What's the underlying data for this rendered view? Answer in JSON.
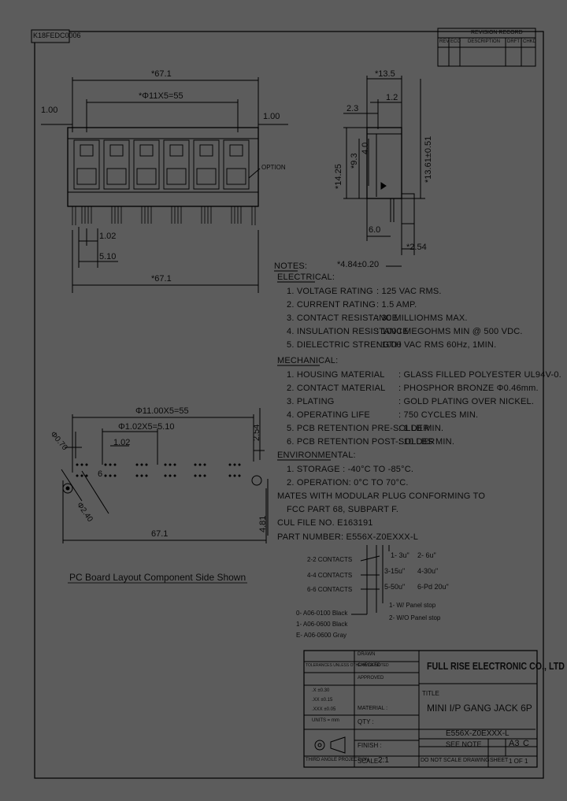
{
  "drawing_id": "K18FEDC0006",
  "revision": {
    "title": "REVISION RECORD",
    "headers": [
      "REV",
      "ECO",
      "DESCRIPTION",
      "DRFT",
      "CHKD"
    ]
  },
  "front_view": {
    "overall_width_top": "*67.1",
    "pitch_top": "*Φ11X5=55",
    "left_offset": "1.00",
    "right_offset": "1.00",
    "option_label": "OPTION",
    "dim_102": "1.02",
    "dim_510": "5.10",
    "overall_width_bottom": "*67.1"
  },
  "side_view": {
    "dim_35": "*13.5",
    "dim_23": "2.3",
    "dim_12": "1.2",
    "dim_1425": "*14.25",
    "dim_93": "*9.3",
    "dim_40": "4.0",
    "dim_1361": "*13.61±0.51",
    "dim_60": "6.0",
    "dim_254": "*2.54",
    "dim_484": "*4.84±0.20"
  },
  "pcb_layout": {
    "dim_top": "Φ11.00X5=55",
    "dim_mid": "Φ1.02X5=5.10",
    "dim_102": "1.02",
    "dim_6": "6",
    "dim_254": "2.54",
    "dim_481": "4.81",
    "dim_bottom": "67.1",
    "dia_070": "Φ0.70",
    "dia_240": "Φ2.40",
    "caption": "PC Board Layout Component Side Shown"
  },
  "notes": {
    "title": "NOTES:",
    "electrical_title": "ELECTRICAL:",
    "electrical": [
      {
        "label": "1. VOLTAGE RATING",
        "value": ": 125 VAC RMS."
      },
      {
        "label": "2. CURRENT RATING",
        "value": ": 1.5 AMP."
      },
      {
        "label": "3. CONTACT RESISTANCE",
        "value": ": 30 MILLIOHMS MAX."
      },
      {
        "label": "4. INSULATION RESISTANCE",
        "value": ": 1000 MEGOHMS MIN @ 500 VDC."
      },
      {
        "label": "5. DIELECTRIC STRENGTH",
        "value": ": 1000 VAC RMS 60Hz, 1MIN."
      }
    ],
    "mechanical_title": "MECHANICAL:",
    "mechanical": [
      {
        "label": "1. HOUSING MATERIAL",
        "value": ": GLASS FILLED POLYESTER UL94V-0."
      },
      {
        "label": "2. CONTACT MATERIAL",
        "value": ": PHOSPHOR BRONZE Φ0.46mm."
      },
      {
        "label": "3. PLATING",
        "value": ": GOLD PLATING OVER NICKEL."
      },
      {
        "label": "4. OPERATING LIFE",
        "value": ": 750 CYCLES MIN."
      },
      {
        "label": "5. PCB RETENTION PRE-SOLDER",
        "value": ": 1 LB MIN."
      },
      {
        "label": "6. PCB RETENTION POST-SOLDER",
        "value": ": 10 LBS MIN."
      }
    ],
    "environmental_title": "ENVIRONMENTAL:",
    "environmental": [
      "1. STORAGE : -40°C TO -85°C.",
      "2. OPERATION: 0°C TO 70°C."
    ],
    "mates": "MATES WITH MODULAR PLUG CONFORMING TO",
    "fcc": "FCC PART 68, SUBPART F.",
    "cul": "CUL FILE NO. E163191",
    "part_number": "PART NUMBER: E556X-Z0EXXX-L"
  },
  "part_legend": {
    "contacts": [
      "2-2 CONTACTS",
      "4-4 CONTACTS",
      "6-6 CONTACTS"
    ],
    "plating": [
      "1- 3u\"",
      "2- 6u\"",
      "3-15u\"",
      "4-30u\"",
      "5-50u\"",
      "6-Pd 20u\""
    ],
    "panel": [
      "1- W/  Panel stop",
      "2- W/O Panel stop"
    ],
    "colors": [
      "0- A06-0100 Black",
      "1- A06-0600 Black",
      "E- A06-0600 Gray"
    ]
  },
  "title_block": {
    "company": "FULL RISE ELECTRONIC CO., LTD",
    "title_label": "TITLE",
    "title": "MINI  I/P GANG JACK 6P",
    "drawing_no": "E556X-Z0EXXX-L",
    "part_no": "SEE NOTE",
    "size": "A3",
    "rev": "C",
    "scale_label": "SCALE :",
    "scale": "2:1",
    "dont_scale": "DO NOT SCALE DRAWING",
    "sheet_label": "SHEET",
    "sheet": "1 OF 1",
    "qty_label": "QTY :",
    "material_label": "MATERIAL :",
    "finish_label": "FINISH :",
    "projection": "THIRD ANGLE PROJECTION",
    "units": "UNITS = mm",
    "drawn": "DRAWN",
    "checked": "CHECKED",
    "approved": "APPROVED",
    "tolerances": "TOLERANCES UNLESS OTHERWISE NOTED",
    "tol_rows": [
      ".X  ±0.30",
      ".XX ±0.15",
      ".XXX ±0.05"
    ]
  }
}
